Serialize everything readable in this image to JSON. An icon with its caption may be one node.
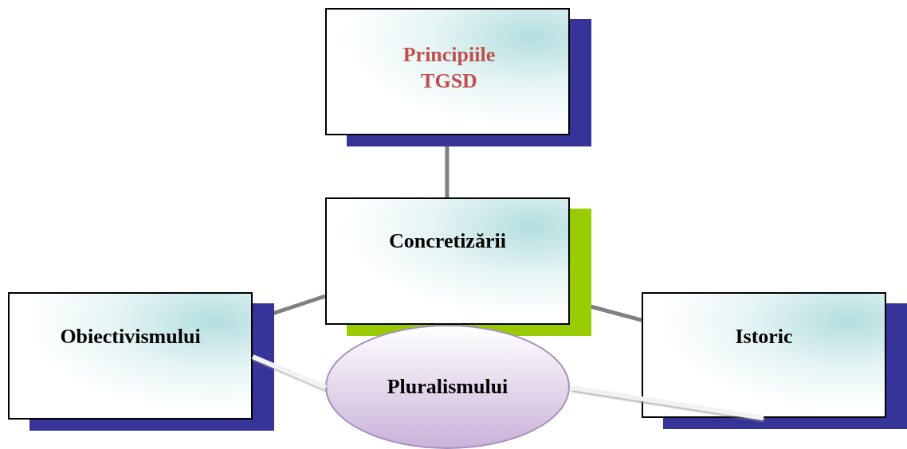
{
  "diagram": {
    "nodes": [
      {
        "text": [
          "Principiile TGSD"
        ]
      },
      {
        "text": [
          "Concretizării"
        ]
      },
      {
        "text": [
          "Obiectivismului"
        ]
      },
      {
        "text": [
          "Istoric"
        ]
      },
      {
        "text": [
          "Pluralismului"
        ]
      }
    ],
    "edges": [
      {
        "from": 0,
        "to": 1,
        "arrow": "none"
      },
      {
        "from": 1,
        "to": 2,
        "arrow": "none"
      },
      {
        "from": 1,
        "to": 3,
        "arrow": "none"
      },
      {
        "from": 2,
        "to": 4,
        "arrow": "none",
        "color": "#f2f2f2"
      },
      {
        "from": 4,
        "to": 3,
        "arrow": "none",
        "color": "#f2f2f2"
      }
    ]
  }
}
